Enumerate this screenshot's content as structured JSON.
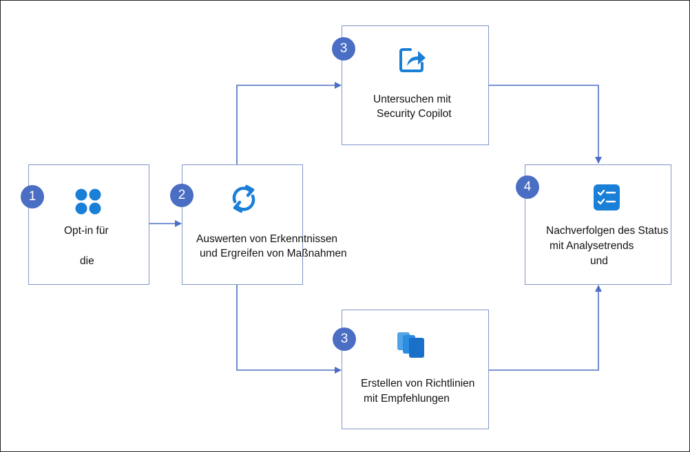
{
  "colors": {
    "connector": "#4a6ec4",
    "badge": "#4a6ec4",
    "icon": "#1a7fd6",
    "box_border": "#7f95c7"
  },
  "steps": [
    {
      "number": "1",
      "icon": "four-dots-icon",
      "lines": [
        "Opt-in für",
        "die"
      ]
    },
    {
      "number": "2",
      "icon": "refresh-cycle-icon",
      "lines": [
        "Auswerten von Erkenntnissen",
        "und Ergreifen von Maßnahmen"
      ]
    },
    {
      "number": "3",
      "icon": "share-arrow-icon",
      "lines": [
        "Untersuchen mit",
        "Security Copilot"
      ]
    },
    {
      "number": "3",
      "icon": "stacked-cards-icon",
      "lines": [
        "Erstellen von Richtlinien",
        "mit Empfehlungen"
      ]
    },
    {
      "number": "4",
      "icon": "checklist-icon",
      "lines": [
        "Nachverfolgen des Status",
        "mit Analysetrends",
        "und"
      ]
    }
  ]
}
